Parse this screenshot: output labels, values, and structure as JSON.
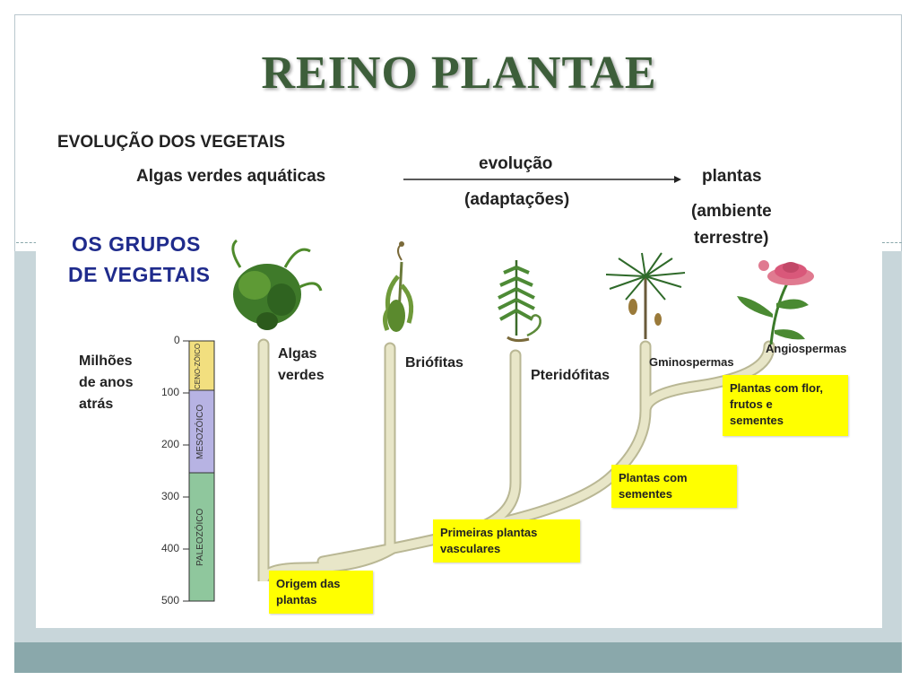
{
  "title": "REINO PLANTAE",
  "figure": {
    "header": "EVOLUÇÃO DOS VEGETAIS",
    "left_label": "Algas verdes aquáticas",
    "arrow_top": "evolução",
    "arrow_bottom": "(adaptações)",
    "right_label_1": "plantas",
    "right_label_2": "(ambiente",
    "right_label_3": "terrestre)",
    "groups_title_1": "OS GRUPOS",
    "groups_title_2": "DE VEGETAIS",
    "timescale_label_1": "Milhões",
    "timescale_label_2": "de anos",
    "timescale_label_3": "atrás",
    "ticks": [
      "0",
      "100",
      "200",
      "300",
      "400",
      "500"
    ],
    "eras": {
      "cenozoico": "CENO-ZÓICO",
      "mesozoico": "MESOZÓICO",
      "paleozoico": "PALEOZÓICO"
    },
    "colors": {
      "cenozoico": "#f2df7f",
      "mesozoico": "#b7b3e3",
      "paleozoico": "#8fc79d",
      "branch": "#e8e6c8",
      "box": "#ffff00",
      "groups_title": "#1f2b8c"
    },
    "group_labels": {
      "algas_1": "Algas",
      "algas_2": "verdes",
      "briofitas": "Briófitas",
      "pteridofitas": "Pteridófitas",
      "gimnospermas": "Gminospermas",
      "angiospermas": "Angiospermas"
    },
    "boxes": {
      "origem_1": "Origem das",
      "origem_2": "plantas",
      "vasculares_1": "Primeiras plantas",
      "vasculares_2": "vasculares",
      "sementes_1": "Plantas com",
      "sementes_2": "sementes",
      "flor_1": "Plantas com flor,",
      "flor_2": "frutos e",
      "flor_3": "sementes"
    },
    "icons": [
      "green-algae-icon",
      "moss-icon",
      "fern-icon",
      "pine-icon",
      "flower-icon"
    ]
  }
}
